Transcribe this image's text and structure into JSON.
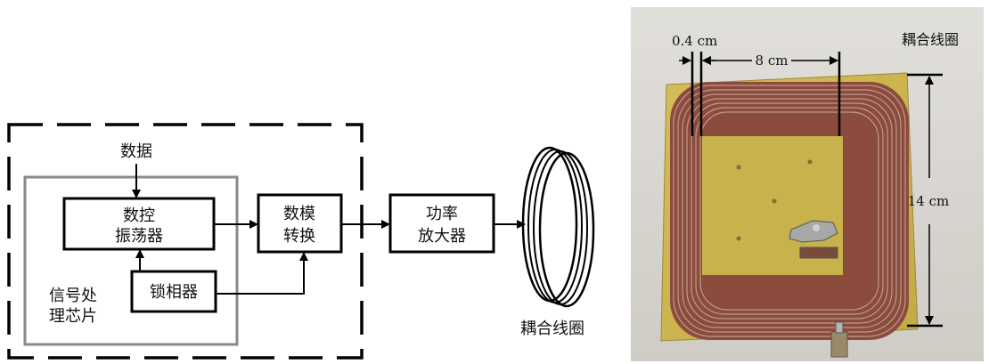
{
  "diagram": {
    "data_label": "数据",
    "nco_block": [
      "数控",
      "振荡器"
    ],
    "dac_block": [
      "数模",
      "转换"
    ],
    "pa_block": [
      "功率",
      "放大器"
    ],
    "pll_block": "锁相器",
    "chip_label": [
      "信号处",
      "理芯片"
    ],
    "coil_label": "耦合线圈"
  },
  "photo": {
    "title": "耦合线圈",
    "dim_gap": "0.4 cm",
    "dim_inner_width": "8 cm",
    "dim_height": "14 cm"
  },
  "colors": {
    "line": "#000000",
    "chip_border": "#808080",
    "board": "#c9b24e",
    "board_center": "#c8b44a",
    "coil": "#8a4a3c",
    "background_wall": "#d9d7d2"
  }
}
